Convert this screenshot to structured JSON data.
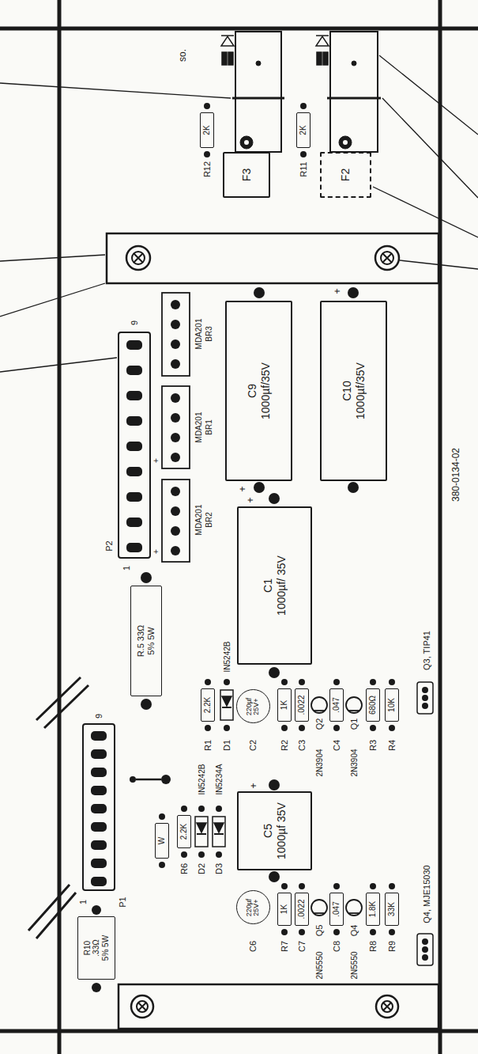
{
  "diagram": {
    "nodes": [
      {
        "text": [
          "F3"
        ]
      },
      {
        "text": [
          "F2"
        ]
      },
      {
        "text": [
          "2K"
        ]
      },
      {
        "text": [
          "2K"
        ]
      },
      {
        "text": [
          "C9",
          "1000µf/35V"
        ]
      },
      {
        "text": [
          "C10",
          "1000µf/35V"
        ]
      },
      {
        "text": [
          "C1",
          "1000µf/ 35V"
        ]
      },
      {
        "text": [
          "C5",
          "1000µf 35V"
        ]
      },
      {
        "text": [
          "R.5 33Ω",
          "5% 5W"
        ]
      },
      {
        "text": [
          "R10",
          ".33Ω",
          "5% 5W"
        ]
      },
      {
        "text": [
          "2.2K"
        ]
      },
      {
        "text": [
          "220µf 25V+"
        ]
      },
      {
        "text": [
          "1K"
        ]
      },
      {
        "text": [
          ".0022"
        ]
      },
      {
        "text": [
          ".047"
        ]
      },
      {
        "text": [
          "680Ω"
        ]
      },
      {
        "text": [
          "10K"
        ]
      },
      {
        "text": [
          "W"
        ]
      },
      {
        "text": [
          "2.2K"
        ]
      },
      {
        "text": [
          "220µf 25V+"
        ]
      },
      {
        "text": [
          "1K"
        ]
      },
      {
        "text": [
          ".0022"
        ]
      },
      {
        "text": [
          ".047"
        ]
      },
      {
        "text": [
          "1.8K"
        ]
      },
      {
        "text": [
          "33K"
        ]
      }
    ],
    "labels": [
      "so.",
      "R12",
      "R11",
      "9",
      "P2",
      "1",
      "MDA201",
      "BR3",
      "MDA201",
      "BR1",
      "MDA201",
      "BR2",
      "+",
      "+",
      "+",
      "+",
      "+",
      "380-0134-02",
      "IN5242B",
      "R1",
      "D1",
      "C2",
      "R2",
      "C3",
      "Q2",
      "C4",
      "Q1",
      "R3",
      "R4",
      "2N3904",
      "2N3904",
      "Q3, TIP41",
      "+",
      "IN5242B",
      "IN5234A",
      "R6",
      "D2",
      "D3",
      "9",
      "P1",
      "1",
      "C6",
      "R7",
      "C7",
      "Q5",
      "C8",
      "Q4",
      "R8",
      "R9",
      "2N5550",
      "2N5550",
      "Q4, MJE15030"
    ]
  }
}
